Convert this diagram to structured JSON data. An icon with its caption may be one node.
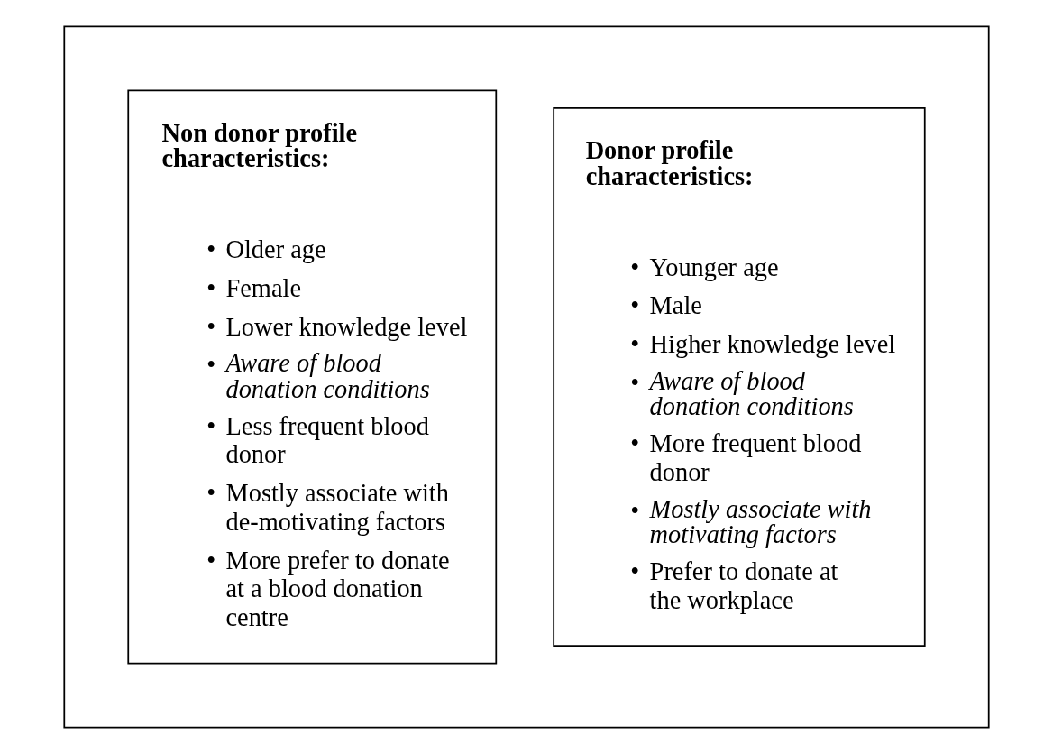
{
  "diagram": {
    "nodes": [
      {
        "text": [],
        "shape": "box"
      },
      {
        "text": [
          "Donor profile characteristics:",
          "• Younger age",
          "• Male",
          "• Higher knowledge level",
          "• *Aware of blood donation conditions*",
          "• More frequent blood donor",
          "• *Mostly associate with motivating factors*",
          "• Prefer to donate at the workplace"
        ],
        "in": 0
      },
      {
        "text": [
          "Non donor profile characteristics:",
          "• Older age",
          "• Female",
          "• Lower knowledge level",
          "• *Aware of blood donation conditions*",
          "• Less frequent blood donor",
          "• Mostly associate with de-motivating factors",
          "• More prefer to donate at a blood donation centre"
        ],
        "in": 0
      }
    ],
    "edges": []
  }
}
